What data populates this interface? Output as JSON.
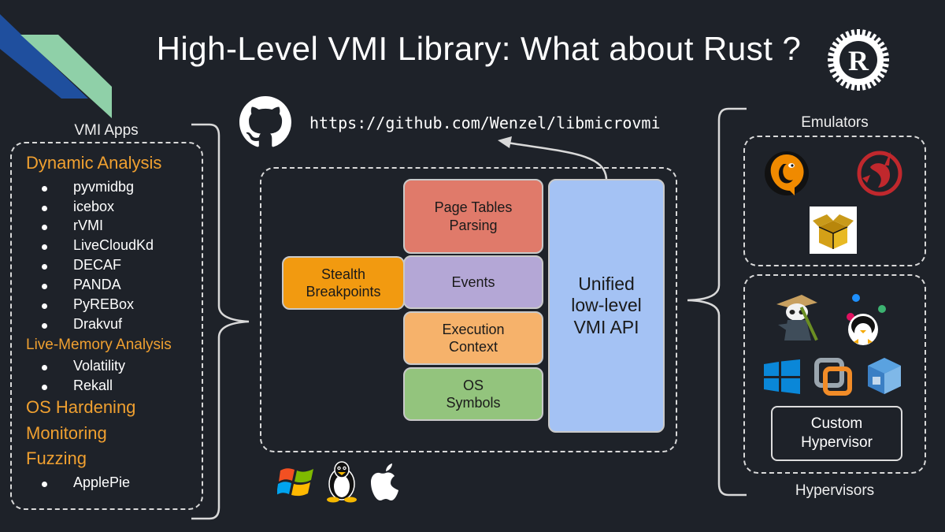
{
  "title": "High-Level VMI Library: What about Rust ?",
  "url": "https://github.com/Wenzel/libmicrovmi",
  "icons": [
    "rust-logo-icon",
    "github-icon",
    "qemu-icon",
    "unicorn-icon",
    "bochs-icon",
    "xen-icon",
    "kvm-icon",
    "windows-icon",
    "vmware-icon",
    "virtualbox-icon",
    "windows-os-icon",
    "linux-os-icon",
    "apple-os-icon"
  ],
  "left": {
    "header": "VMI Apps",
    "groups": [
      {
        "category": "Dynamic Analysis",
        "items": [
          "pyvmidbg",
          "icebox",
          "rVMI",
          "LiveCloudKd",
          "DECAF",
          "PANDA",
          "PyREBox",
          "Drakvuf"
        ]
      },
      {
        "category": "Live-Memory Analysis",
        "items": [
          "Volatility",
          "Rekall"
        ]
      },
      {
        "category": "OS Hardening",
        "items": []
      },
      {
        "category": "Monitoring",
        "items": []
      },
      {
        "category": "Fuzzing",
        "items": [
          "ApplePie"
        ]
      }
    ]
  },
  "center": {
    "stealth": "Stealth\nBreakpoints",
    "page_tables": "Page Tables\nParsing",
    "events": "Events",
    "execution": "Execution\nContext",
    "os_symbols": "OS\nSymbols",
    "unified": "Unified\nlow-level\nVMI API"
  },
  "right": {
    "emulators_header": "Emulators",
    "hypervisors_header": "Hypervisors",
    "custom": "Custom\nHypervisor"
  },
  "colors": {
    "background": "#1e2229",
    "orange": "#f29a10",
    "page_tables": "#e07a6a",
    "events": "#b4a7d6",
    "execution": "#f6b26b",
    "os_symbols": "#93c47d",
    "unified": "#a4c2f4",
    "category": "#f0a030"
  }
}
